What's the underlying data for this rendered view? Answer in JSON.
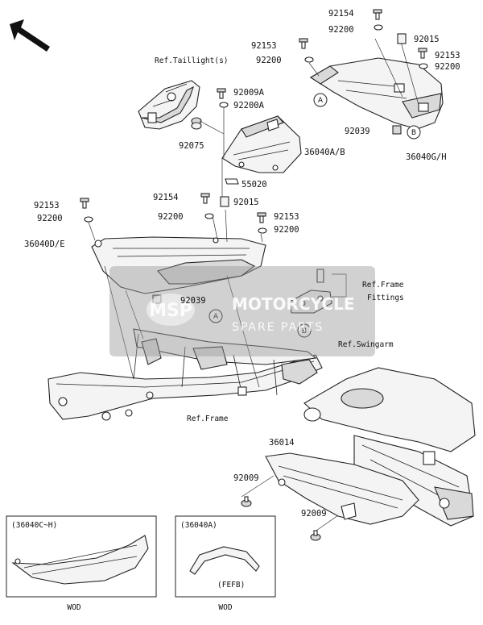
{
  "labels": {
    "p92154_top": "92154",
    "p92200_top": "92200",
    "p92015_top": "92015",
    "p92153_a": "92153",
    "p92200_a": "92200",
    "p92153_b": "92153",
    "p92200_b": "92200",
    "ref_taillight": "Ref.Taillight(s)",
    "p92009A": "92009A",
    "p92200A": "92200A",
    "p92039_top": "92039",
    "p92075": "92075",
    "p36040AB": "36040A/B",
    "p36040GH": "36040G/H",
    "p55020": "55020",
    "p92153_c": "92153",
    "p92200_c": "92200",
    "p92154_mid": "92154",
    "p92015_mid": "92015",
    "p92200_d": "92200",
    "p92153_d": "92153",
    "p92200_e": "92200",
    "p36040DE": "36040D/E",
    "p92039_mid": "92039",
    "ref_frame_fittings_1": "Ref.Frame",
    "ref_frame_fittings_2": "Fittings",
    "ref_swingarm": "Ref.Swingarm",
    "ref_frame": "Ref.Frame",
    "p36014": "36014",
    "p92009_a": "92009",
    "p92009_b": "92009",
    "inset1_title": "(36040C~H)",
    "inset1_color": "WOD",
    "inset2_title": "(36040A)",
    "inset2_code": "(FEFB)",
    "inset2_color": "WOD",
    "callout_A": "A",
    "callout_B": "B"
  },
  "watermark": {
    "logo": "MSP",
    "line1": "MOTORCYCLE",
    "line2": "SPARE PARTS"
  },
  "colors": {
    "line": "#222222",
    "watermark": "#9a9a9a"
  }
}
